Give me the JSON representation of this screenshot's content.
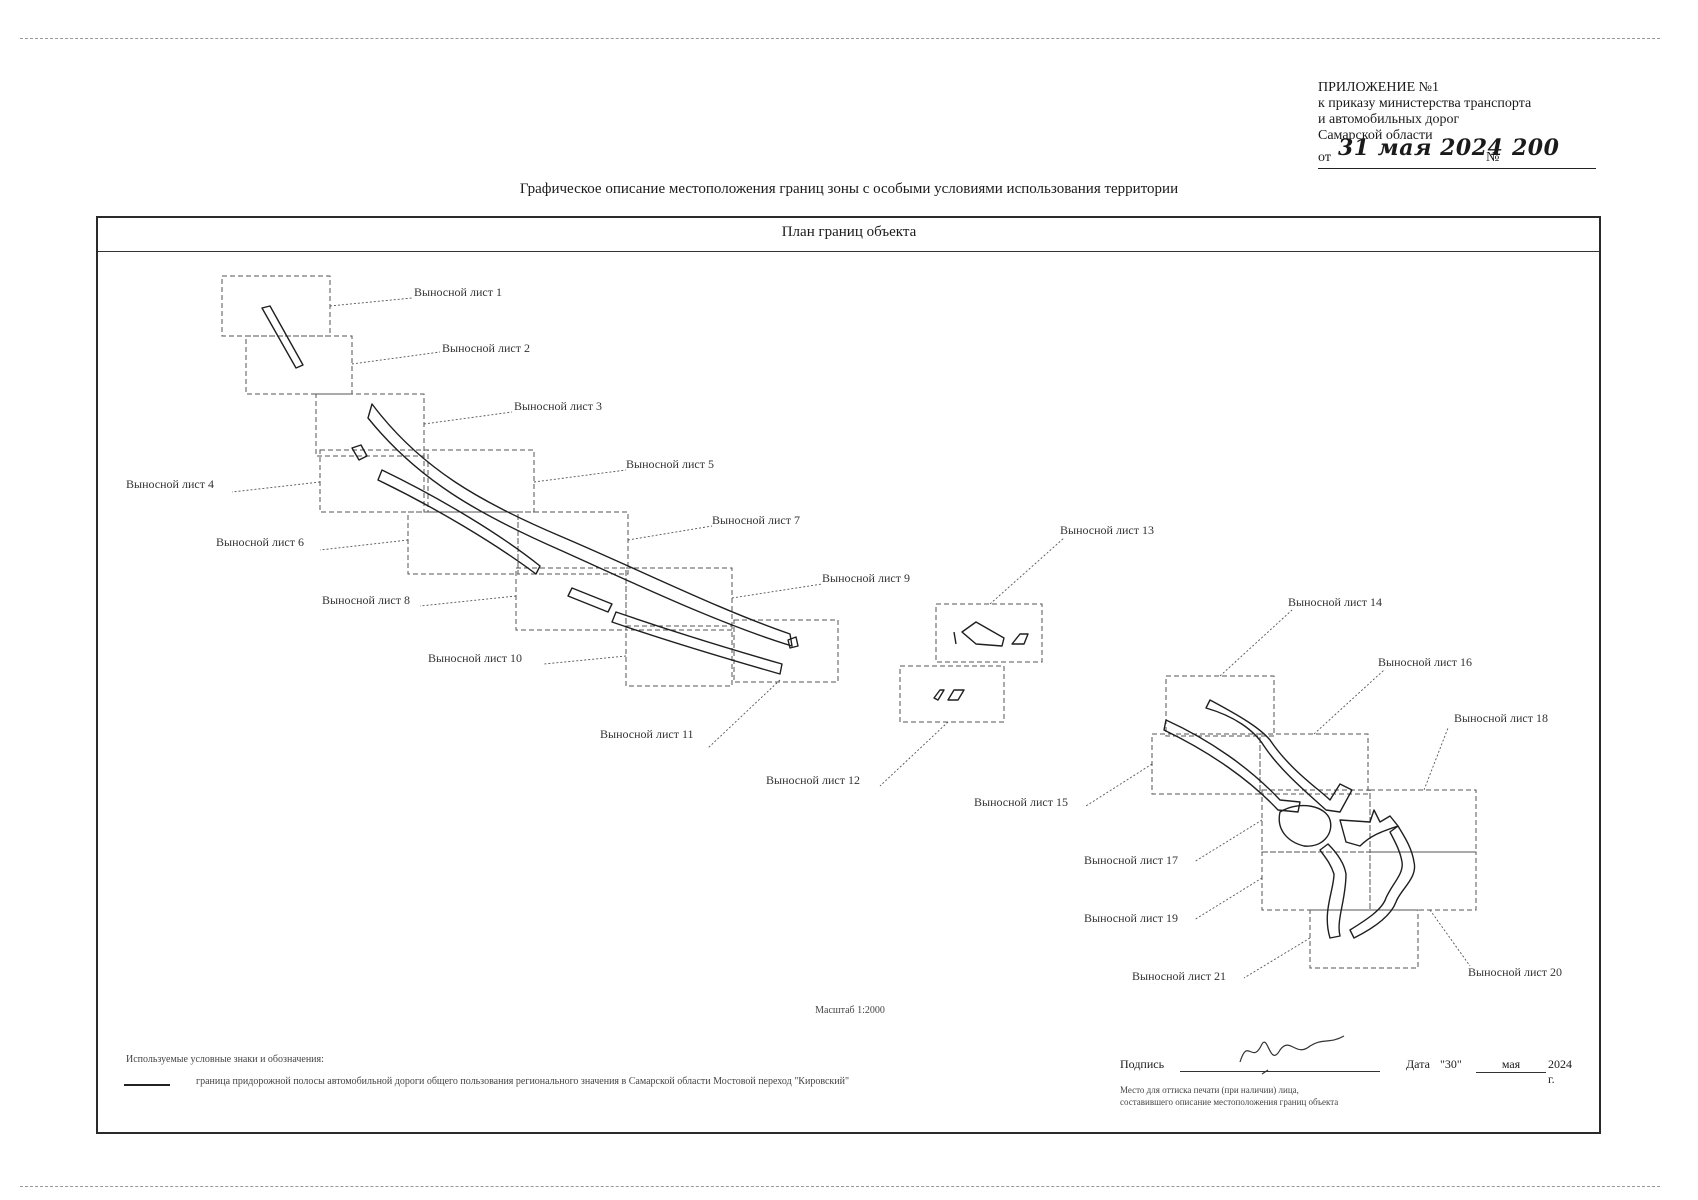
{
  "appendix": {
    "heading": "ПРИЛОЖЕНИЕ №1",
    "line1": "к приказу министерства транспорта",
    "line2": "и автомобильных дорог",
    "line3": "Самарской области",
    "date_prefix": "от",
    "date_value": "31 мая 2024",
    "number_prefix": "№",
    "number_value": "200"
  },
  "title": "Графическое описание местоположения границ зоны с особыми условиями использования территории",
  "frame_title": "План границ объекта",
  "sheet_labels": [
    "Выносной лист 1",
    "Выносной лист 2",
    "Выносной лист 3",
    "Выносной лист 4",
    "Выносной лист 5",
    "Выносной лист 6",
    "Выносной лист 7",
    "Выносной лист 8",
    "Выносной лист 9",
    "Выносной лист 10",
    "Выносной лист 11",
    "Выносной лист 12",
    "Выносной лист 13",
    "Выносной лист 14",
    "Выносной лист 15",
    "Выносной лист 16",
    "Выносной лист 17",
    "Выносной лист 18",
    "Выносной лист 19",
    "Выносной лист 20",
    "Выносной лист 21"
  ],
  "scale": "Масштаб 1:2000",
  "legend": {
    "title": "Используемые условные знаки и обозначения:",
    "item": "граница придорожной полосы автомобильной дороги общего пользования регионального значения в Самарской области Мостовой переход \"Кировский\""
  },
  "signature": {
    "label": "Подпись",
    "date_label": "Дата",
    "day": "\"30\"",
    "month": "мая",
    "year": "2024 г.",
    "seal_note_1": "Место для оттиска печати (при наличии) лица,",
    "seal_note_2": "составившего описание местоположения границ объекта"
  },
  "colors": {
    "line": "#1f1f1f",
    "dash": "#555555",
    "paper": "#ffffff"
  }
}
